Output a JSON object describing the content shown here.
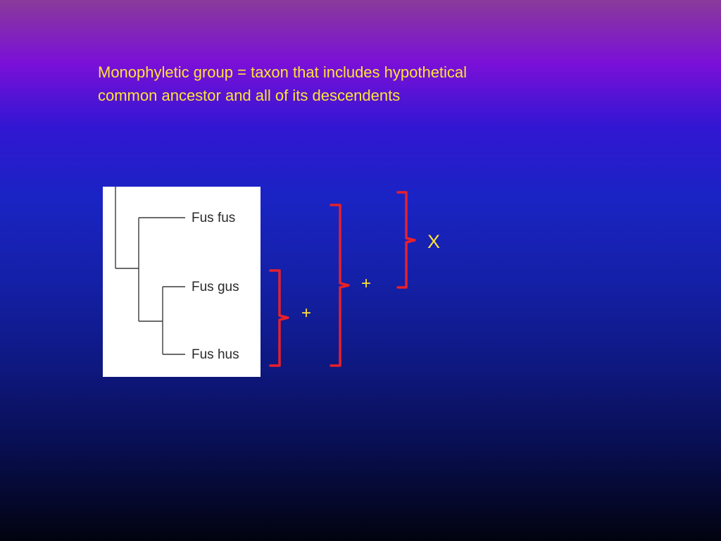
{
  "slide": {
    "definition_lines": [
      "Monophyletic group = taxon that includes hypothetical",
      "common ancestor and all of its descendents"
    ]
  },
  "tree": {
    "taxa": [
      "Fus fus",
      "Fus gus",
      "Fus hus"
    ]
  },
  "groupings": {
    "inner_mark": "+",
    "outer_mark": "+",
    "top_mark": "X"
  },
  "colors": {
    "text": "#ffe23a",
    "bracket": "#e8202a",
    "tree_line": "#3a3a3a",
    "panel": "#ffffff"
  }
}
